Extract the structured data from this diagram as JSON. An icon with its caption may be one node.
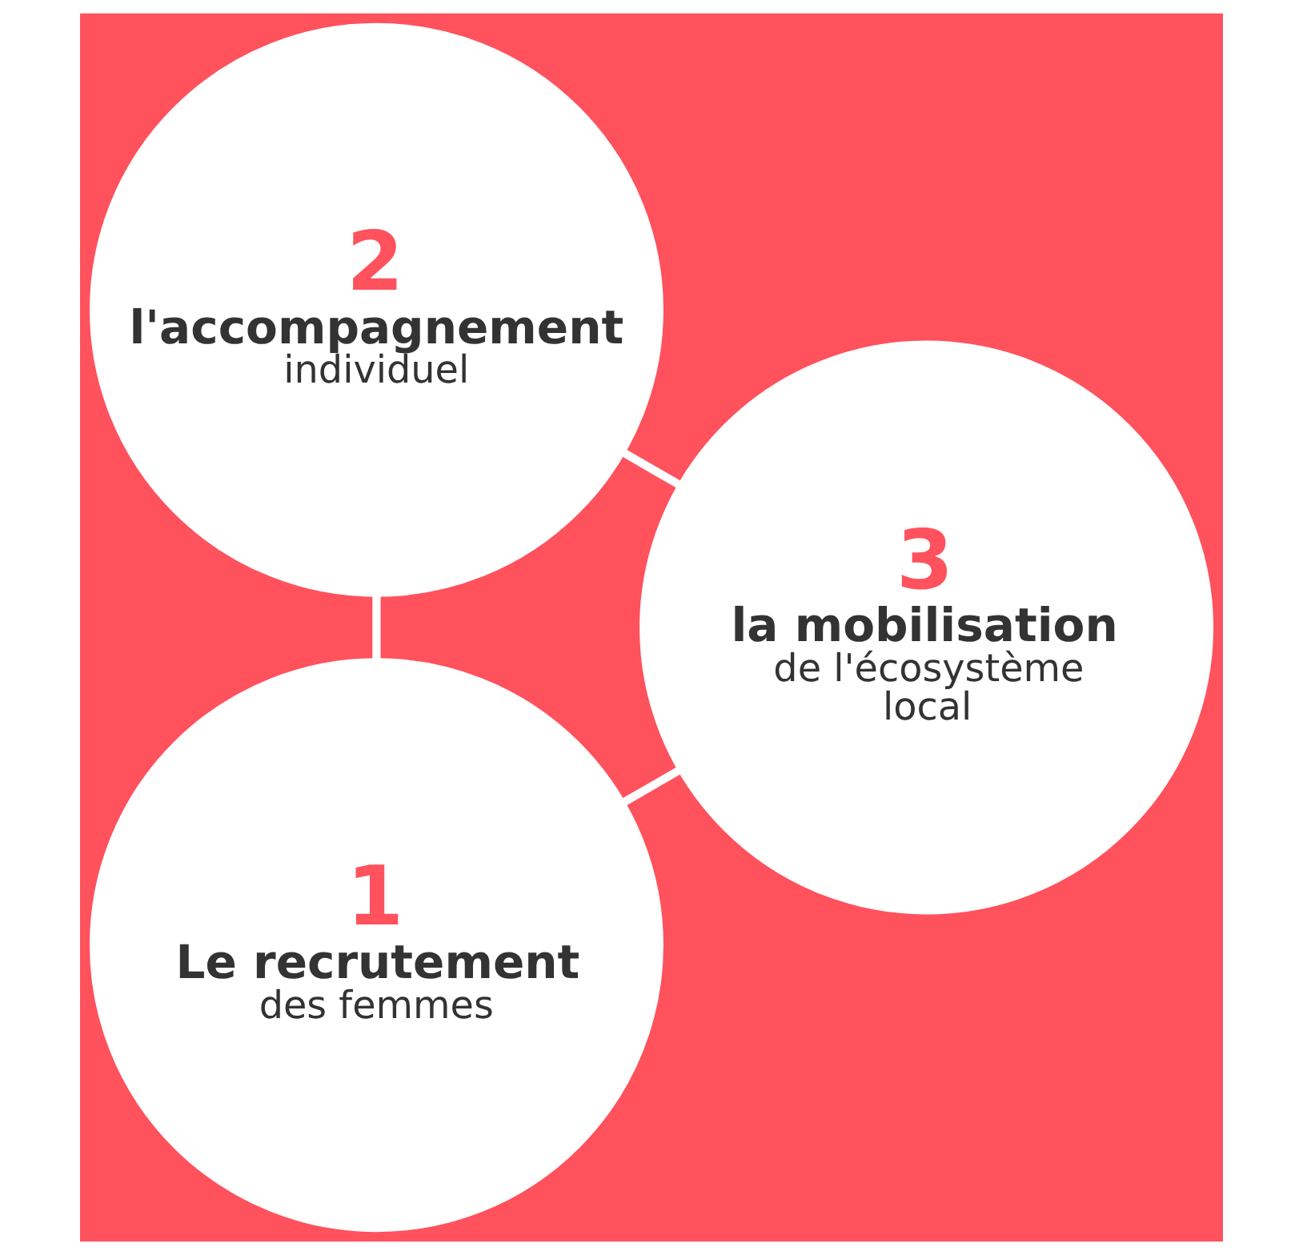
{
  "diagram": {
    "nodes": [
      {
        "text": [
          "1",
          "Le recrutement",
          "des femmes"
        ]
      },
      {
        "text": [
          "2",
          "l'accompagnement",
          "individuel"
        ]
      },
      {
        "text": [
          "3",
          "la mobilisation",
          "de l'écosystème local"
        ]
      }
    ],
    "edges": [
      {
        "from": 0,
        "to": 1,
        "arrow": "none"
      },
      {
        "from": 1,
        "to": 2,
        "arrow": "none"
      },
      {
        "from": 2,
        "to": 0,
        "arrow": "none"
      }
    ]
  }
}
